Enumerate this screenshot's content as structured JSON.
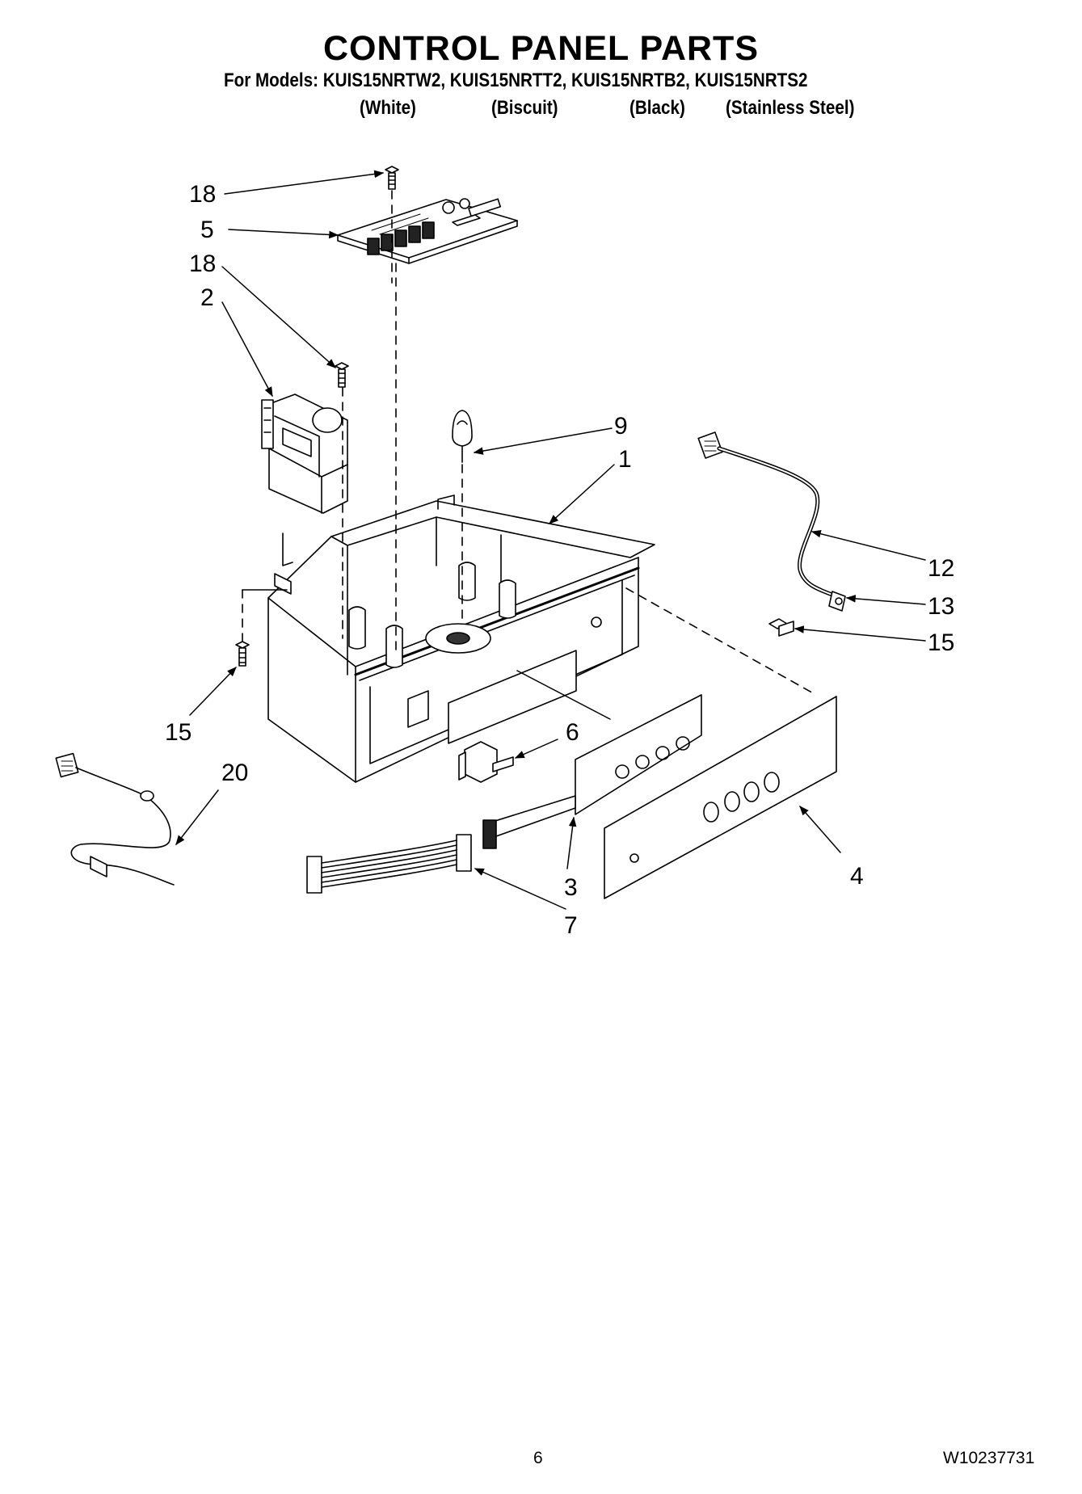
{
  "header": {
    "title": "CONTROL PANEL PARTS",
    "models_line": "For Models: KUIS15NRTW2, KUIS15NRTT2, KUIS15NRTB2, KUIS15NRTS2",
    "variants": [
      "(White)",
      "(Biscuit)",
      "(Black)",
      "(Stainless Steel)"
    ]
  },
  "callouts": {
    "c18a": "18",
    "c5": "5",
    "c18b": "18",
    "c2": "2",
    "c9": "9",
    "c1": "1",
    "c12": "12",
    "c13": "13",
    "c15a": "15",
    "c15b": "15",
    "c6": "6",
    "c20": "20",
    "c3": "3",
    "c4": "4",
    "c7": "7"
  },
  "footer": {
    "page_number": "6",
    "document_number": "W10237731"
  }
}
